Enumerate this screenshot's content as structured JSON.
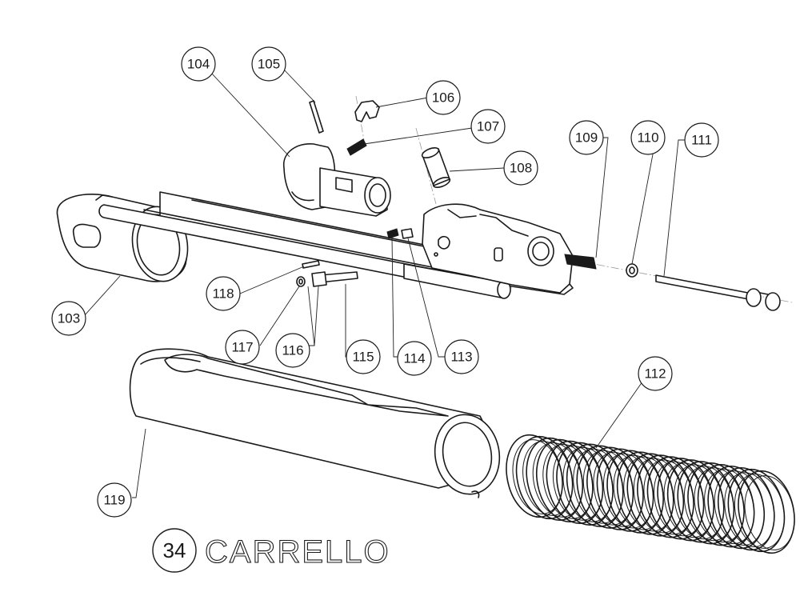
{
  "title": {
    "number": "34",
    "label": "CARRELLO"
  },
  "callouts": [
    {
      "id": "104"
    },
    {
      "id": "105"
    },
    {
      "id": "106"
    },
    {
      "id": "107"
    },
    {
      "id": "108"
    },
    {
      "id": "109"
    },
    {
      "id": "110"
    },
    {
      "id": "111"
    },
    {
      "id": "103"
    },
    {
      "id": "118"
    },
    {
      "id": "117"
    },
    {
      "id": "116"
    },
    {
      "id": "115"
    },
    {
      "id": "114"
    },
    {
      "id": "113"
    },
    {
      "id": "112"
    },
    {
      "id": "119"
    }
  ],
  "colors": {
    "line": "#1a1a1a",
    "background": "#ffffff"
  }
}
